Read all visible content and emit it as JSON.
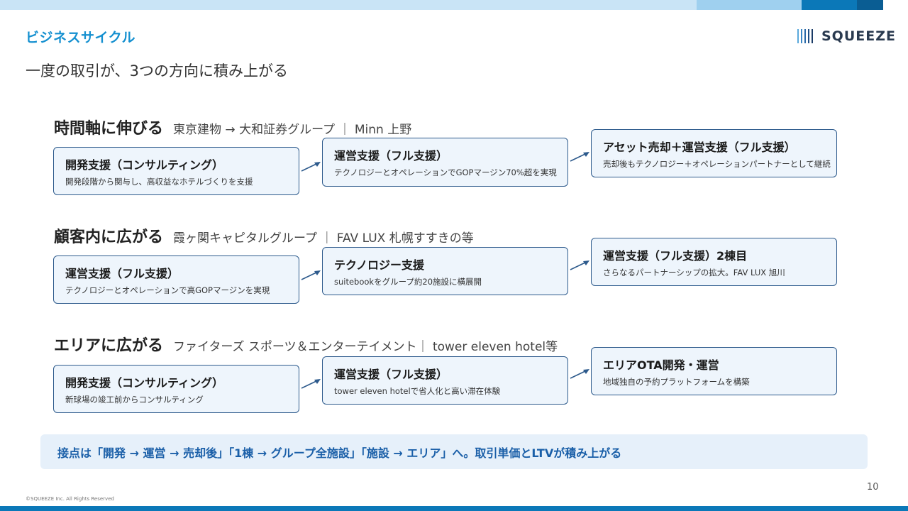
{
  "colors": {
    "accent": "#1590d0",
    "box_border": "#2d5a8c",
    "box_fill": "#eef5fc",
    "summary_fill": "#e6f0fa",
    "summary_text": "#1a5fa8",
    "bar_light": "#c9e4f6",
    "bar_mid": "#9fd0ef",
    "bar_dark": "#0b78b8",
    "bar_navy": "#0a5d93"
  },
  "header": {
    "section_label": "ビジネスサイクル",
    "logo_text": "SQUEEZE",
    "subtitle": "一度の取引が、3つの方向に積み上がる"
  },
  "rows": [
    {
      "title": "時間軸に伸びる",
      "subtitle": "東京建物 → 大和証券グループ ｜ Minn 上野",
      "steps": [
        {
          "title": "開発支援（コンサルティング）",
          "desc": "開発段階から関与し、高収益なホテルづくりを支援"
        },
        {
          "title": "運営支援（フル支援）",
          "desc": "テクノロジーとオペレーションでGOPマージン70%超を実現"
        },
        {
          "title": "アセット売却＋運営支援（フル支援）",
          "desc": "売却後もテクノロジー＋オペレーションパートナーとして継続"
        }
      ]
    },
    {
      "title": "顧客内に広がる",
      "subtitle": "霞ヶ関キャピタルグループ ｜ FAV LUX 札幌すすきの等",
      "steps": [
        {
          "title": "運営支援（フル支援）",
          "desc": "テクノロジーとオペレーションで高GOPマージンを実現"
        },
        {
          "title": "テクノロジー支援",
          "desc": "suitebookをグループ約20施設に横展開"
        },
        {
          "title": "運営支援（フル支援）2棟目",
          "desc": "さらなるパートナーシップの拡大。FAV LUX 旭川"
        }
      ]
    },
    {
      "title": "エリアに広がる",
      "subtitle": "ファイターズ スポーツ＆エンターテイメント｜ tower eleven hotel等",
      "steps": [
        {
          "title": "開発支援（コンサルティング）",
          "desc": "新球場の竣工前からコンサルティング"
        },
        {
          "title": "運営支援（フル支援）",
          "desc": "tower eleven hotelで省人化と高い滞在体験"
        },
        {
          "title": "エリアOTA開発・運営",
          "desc": "地域独自の予約プラットフォームを構築"
        }
      ]
    }
  ],
  "summary": "接点は「開発 → 運営 → 売却後」「1棟 → グループ全施設」「施設 → エリア」へ。取引単価とLTVが積み上がる",
  "footer": {
    "page_number": "10",
    "copyright": "©SQUEEZE Inc. All Rights Reserved"
  }
}
